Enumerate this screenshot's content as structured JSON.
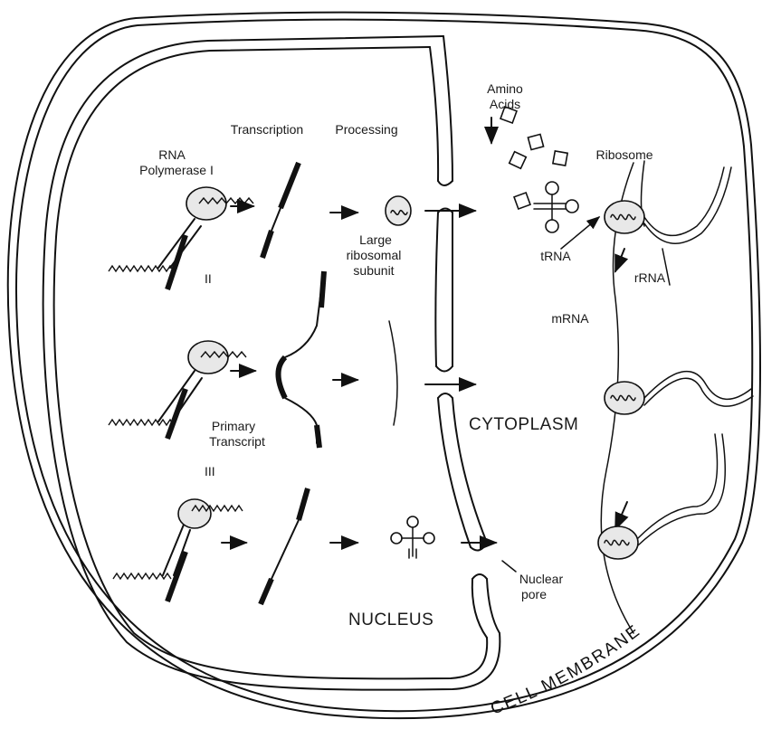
{
  "labels": {
    "transcription": "Transcription",
    "processing": "Processing",
    "rna_polymerase": "RNA",
    "rna_polymerase_2": "Polymerase I",
    "roman_ii": "II",
    "roman_iii": "III",
    "primary_transcript_1": "Primary",
    "primary_transcript_2": "Transcript",
    "large_subunit_1": "Large",
    "large_subunit_2": "ribosomal",
    "large_subunit_3": "subunit",
    "amino_1": "Amino",
    "amino_2": "Acids",
    "ribosome": "Ribosome",
    "trna": "tRNA",
    "rrna": "rRNA",
    "mrna": "mRNA",
    "cytoplasm": "CYTOPLASM",
    "nucleus": "NUCLEUS",
    "nuclear_pore_1": "Nuclear",
    "nuclear_pore_2": "pore",
    "cell_membrane": "CELL MEMBRANE"
  },
  "colors": {
    "ink": "#111111",
    "paper": "#ffffff",
    "fill": "#e8e8e8"
  }
}
